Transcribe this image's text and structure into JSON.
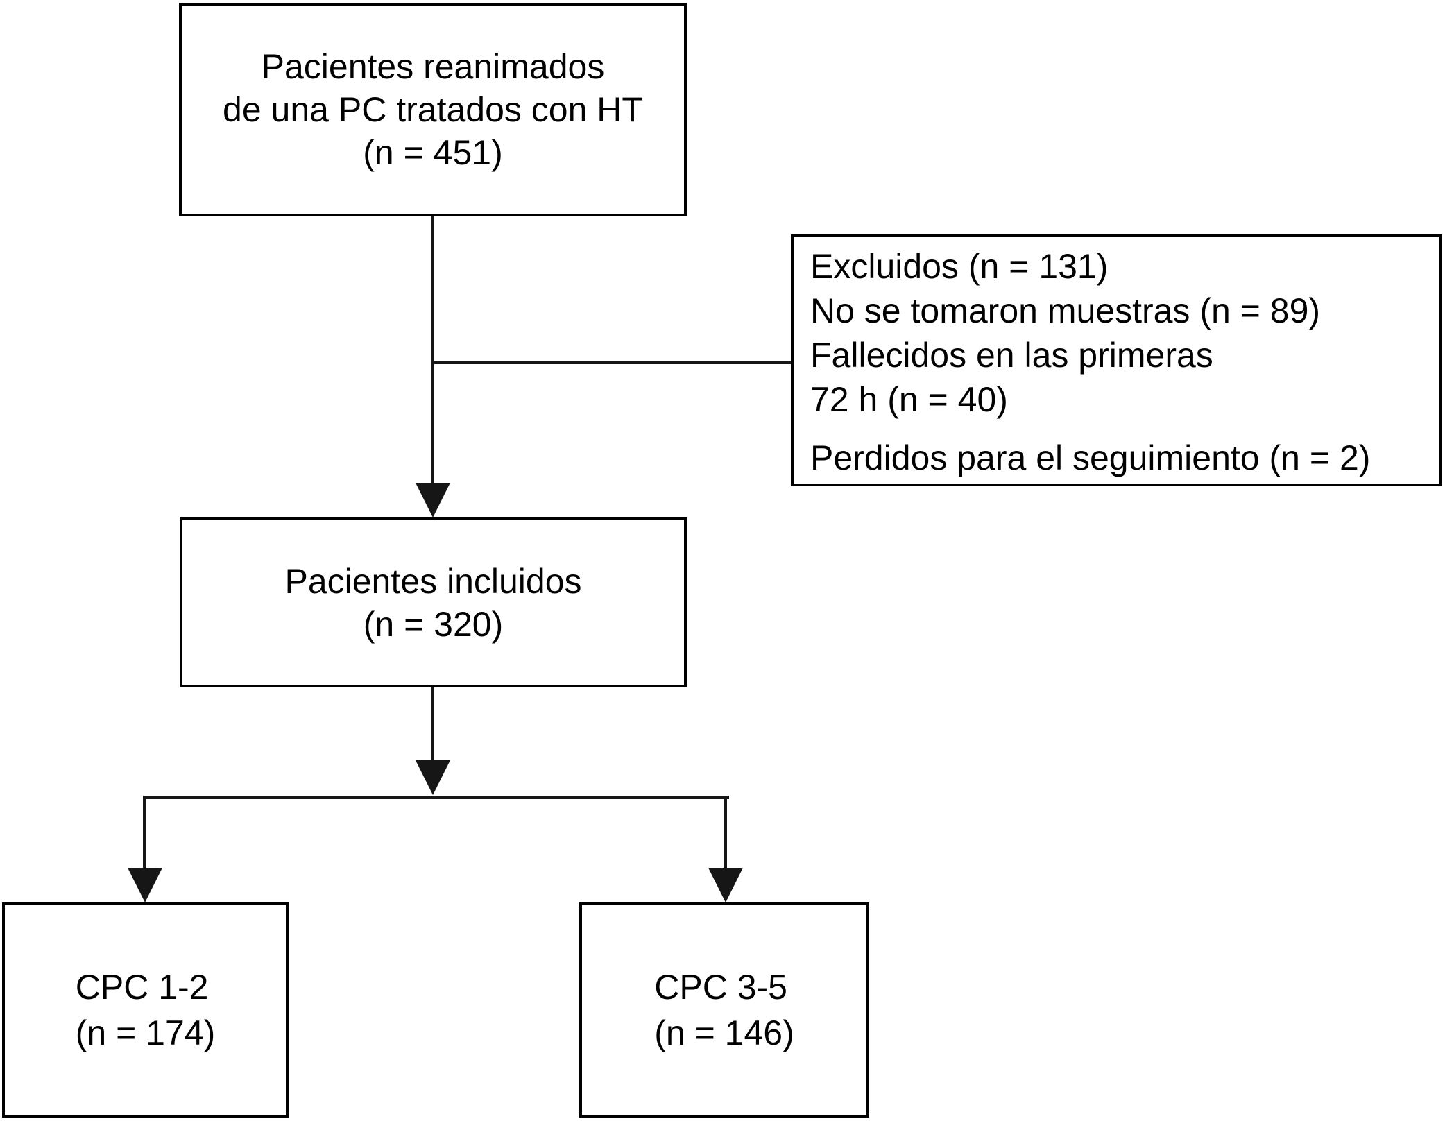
{
  "diagram": {
    "type": "patient-flow-chart",
    "colors": {
      "box_border": "#000000",
      "connector_line": "#161616",
      "background": "#ffffff",
      "text": "#000000"
    },
    "nodes": {
      "resuscitated": {
        "n": 451,
        "lines": [
          "Pacientes reanimados",
          "de una PC tratados con HT",
          "(n = 451)"
        ]
      },
      "excluded": {
        "n": 131,
        "lines": [
          "Excluidos (n = 131)",
          "No se tomaron muestras (n = 89)",
          "Fallecidos en las primeras",
          "72 h (n = 40)",
          "Perdidos para el seguimiento (n = 2)"
        ]
      },
      "included": {
        "n": 320,
        "lines": [
          "Pacientes incluidos",
          "(n = 320)"
        ]
      },
      "cpc_1_2": {
        "n": 174,
        "lines": [
          "CPC 1-2",
          "(n = 174)"
        ]
      },
      "cpc_3_5": {
        "n": 146,
        "lines": [
          "CPC 3-5",
          "(n = 146)"
        ]
      }
    }
  }
}
